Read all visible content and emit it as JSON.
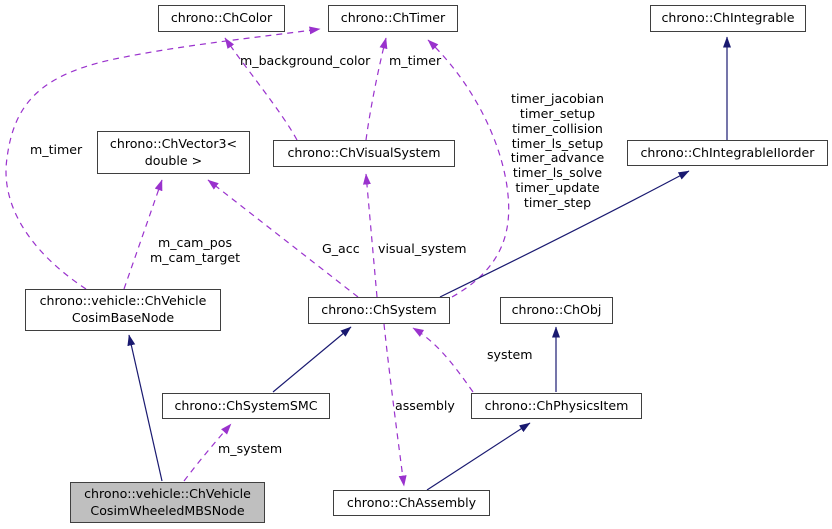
{
  "diagram": {
    "kind": "doxygen-collaboration-diagram",
    "background": "#ffffff",
    "colors": {
      "inheritance_edge": "#191970",
      "usage_edge": "#9a32cd",
      "node_border": "#3f3f3f",
      "node_fill": "#ffffff",
      "selected_node_fill": "#bfbfbf",
      "text": "#000000"
    },
    "nodes": [
      {
        "label": "chrono::ChColor",
        "selected": false
      },
      {
        "label": "chrono::ChTimer",
        "selected": false
      },
      {
        "label": "chrono::ChIntegrable",
        "selected": false
      },
      {
        "label": "chrono::ChVector3<\ndouble >",
        "selected": false
      },
      {
        "label": "chrono::ChVisualSystem",
        "selected": false
      },
      {
        "label": "chrono::ChIntegrableIIorder",
        "selected": false
      },
      {
        "label": "chrono::vehicle::ChVehicle\nCosimBaseNode",
        "selected": false
      },
      {
        "label": "chrono::ChSystem",
        "selected": false
      },
      {
        "label": "chrono::ChObj",
        "selected": false
      },
      {
        "label": "chrono::ChSystemSMC",
        "selected": false
      },
      {
        "label": "chrono::ChPhysicsItem",
        "selected": false
      },
      {
        "label": "chrono::ChAssembly",
        "selected": false
      },
      {
        "label": "chrono::vehicle::ChVehicle\nCosimWheeledMBSNode",
        "selected": true
      }
    ],
    "edges": {
      "usage": [
        {
          "from": "chrono::ChVisualSystem",
          "to": "chrono::ChColor",
          "label": "m_background_color"
        },
        {
          "from": "chrono::ChVisualSystem",
          "to": "chrono::ChTimer",
          "label": "m_timer"
        },
        {
          "from": "chrono::vehicle::ChVehicleCosimBaseNode",
          "to": "chrono::ChTimer",
          "label": "m_timer"
        },
        {
          "from": "chrono::vehicle::ChVehicleCosimBaseNode",
          "to": "chrono::ChVector3< double >",
          "label": "m_cam_pos\nm_cam_target"
        },
        {
          "from": "chrono::ChSystem",
          "to": "chrono::ChVector3< double >",
          "label": "G_acc"
        },
        {
          "from": "chrono::ChSystem",
          "to": "chrono::ChVisualSystem",
          "label": "visual_system"
        },
        {
          "from": "chrono::ChSystem",
          "to": "chrono::ChTimer",
          "label": "timer_jacobian\ntimer_setup\ntimer_collision\ntimer_ls_setup\ntimer_advance\ntimer_ls_solve\ntimer_update\ntimer_step"
        },
        {
          "from": "chrono::ChPhysicsItem",
          "to": "chrono::ChSystem",
          "label": "system"
        },
        {
          "from": "chrono::ChSystem",
          "to": "chrono::ChAssembly",
          "label": "assembly"
        },
        {
          "from": "chrono::vehicle::ChVehicleCosimWheeledMBSNode",
          "to": "chrono::ChSystemSMC",
          "label": "m_system"
        }
      ],
      "inheritance": [
        {
          "from": "chrono::ChIntegrableIIorder",
          "to": "chrono::ChIntegrable"
        },
        {
          "from": "chrono::ChSystem",
          "to": "chrono::ChIntegrableIIorder"
        },
        {
          "from": "chrono::ChSystemSMC",
          "to": "chrono::ChSystem"
        },
        {
          "from": "chrono::vehicle::ChVehicleCosimWheeledMBSNode",
          "to": "chrono::vehicle::ChVehicleCosimBaseNode"
        },
        {
          "from": "chrono::ChPhysicsItem",
          "to": "chrono::ChObj"
        },
        {
          "from": "chrono::ChAssembly",
          "to": "chrono::ChPhysicsItem"
        }
      ]
    }
  }
}
